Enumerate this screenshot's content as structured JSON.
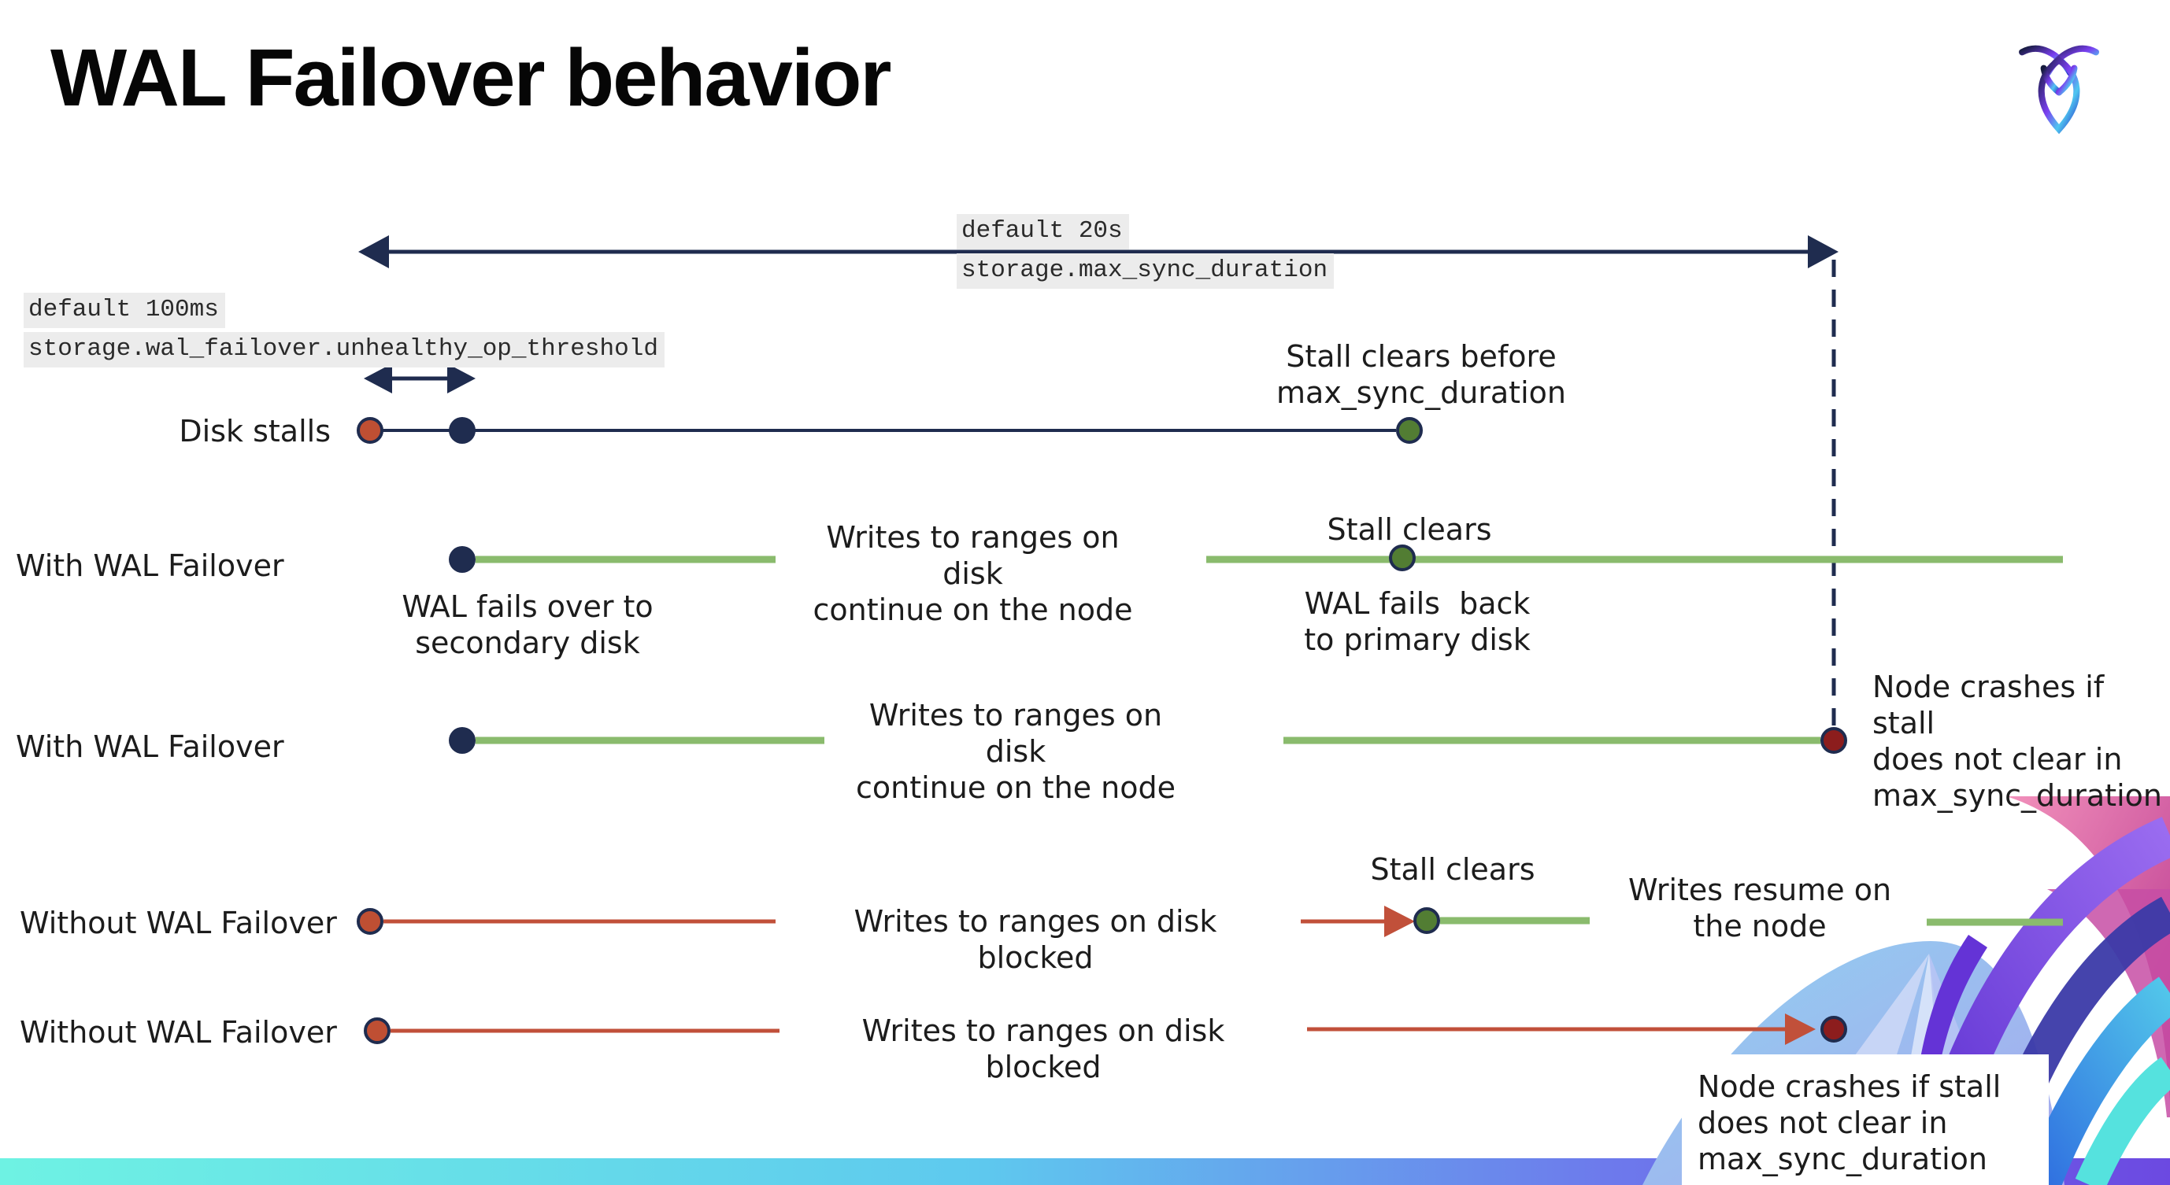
{
  "title": "WAL Failover behavior",
  "logo": {
    "name": "cockroachdb-logo"
  },
  "annotations": {
    "max_sync_duration": {
      "default_label": "default 20s",
      "setting": "storage.max_sync_duration"
    },
    "unhealthy_op_threshold": {
      "default_label": "default 100ms",
      "setting": "storage.wal_failover.unhealthy_op_threshold"
    }
  },
  "rows": [
    {
      "label": "Disk stalls",
      "stall_note": "Stall clears before\nmax_sync_duration"
    },
    {
      "label": "With WAL Failover",
      "failover_note": "WAL fails over to\nsecondary disk",
      "writes_note": "Writes to ranges on disk\ncontinue on the node",
      "stall_note": "Stall clears",
      "failback_note": "WAL fails  back\nto primary disk"
    },
    {
      "label": "With WAL Failover",
      "writes_note": "Writes to ranges on disk\ncontinue on the node",
      "crash_note": "Node crashes if stall\ndoes not clear in\nmax_sync_duration"
    },
    {
      "label": "Without WAL Failover",
      "writes_note": "Writes to ranges on disk  blocked",
      "stall_note": "Stall clears",
      "resume_note": "Writes resume on\nthe node"
    },
    {
      "label": "Without WAL Failover",
      "writes_note": "Writes to ranges on disk  blocked",
      "crash_note": "Node crashes if stall\ndoes not clear in\nmax_sync_duration"
    }
  ],
  "colors": {
    "navy": "#1f2c4f",
    "green_line": "#8abb6d",
    "green_dot": "#527d33",
    "red_line": "#c1503a",
    "red_dot": "#bf4f33",
    "maroon_dot": "#8c1d1d",
    "mono_highlight_bg": "#ececec",
    "bar_gradient": [
      "#6ef2e3",
      "#5ec9ee",
      "#6d7aec",
      "#6c49e1"
    ]
  }
}
